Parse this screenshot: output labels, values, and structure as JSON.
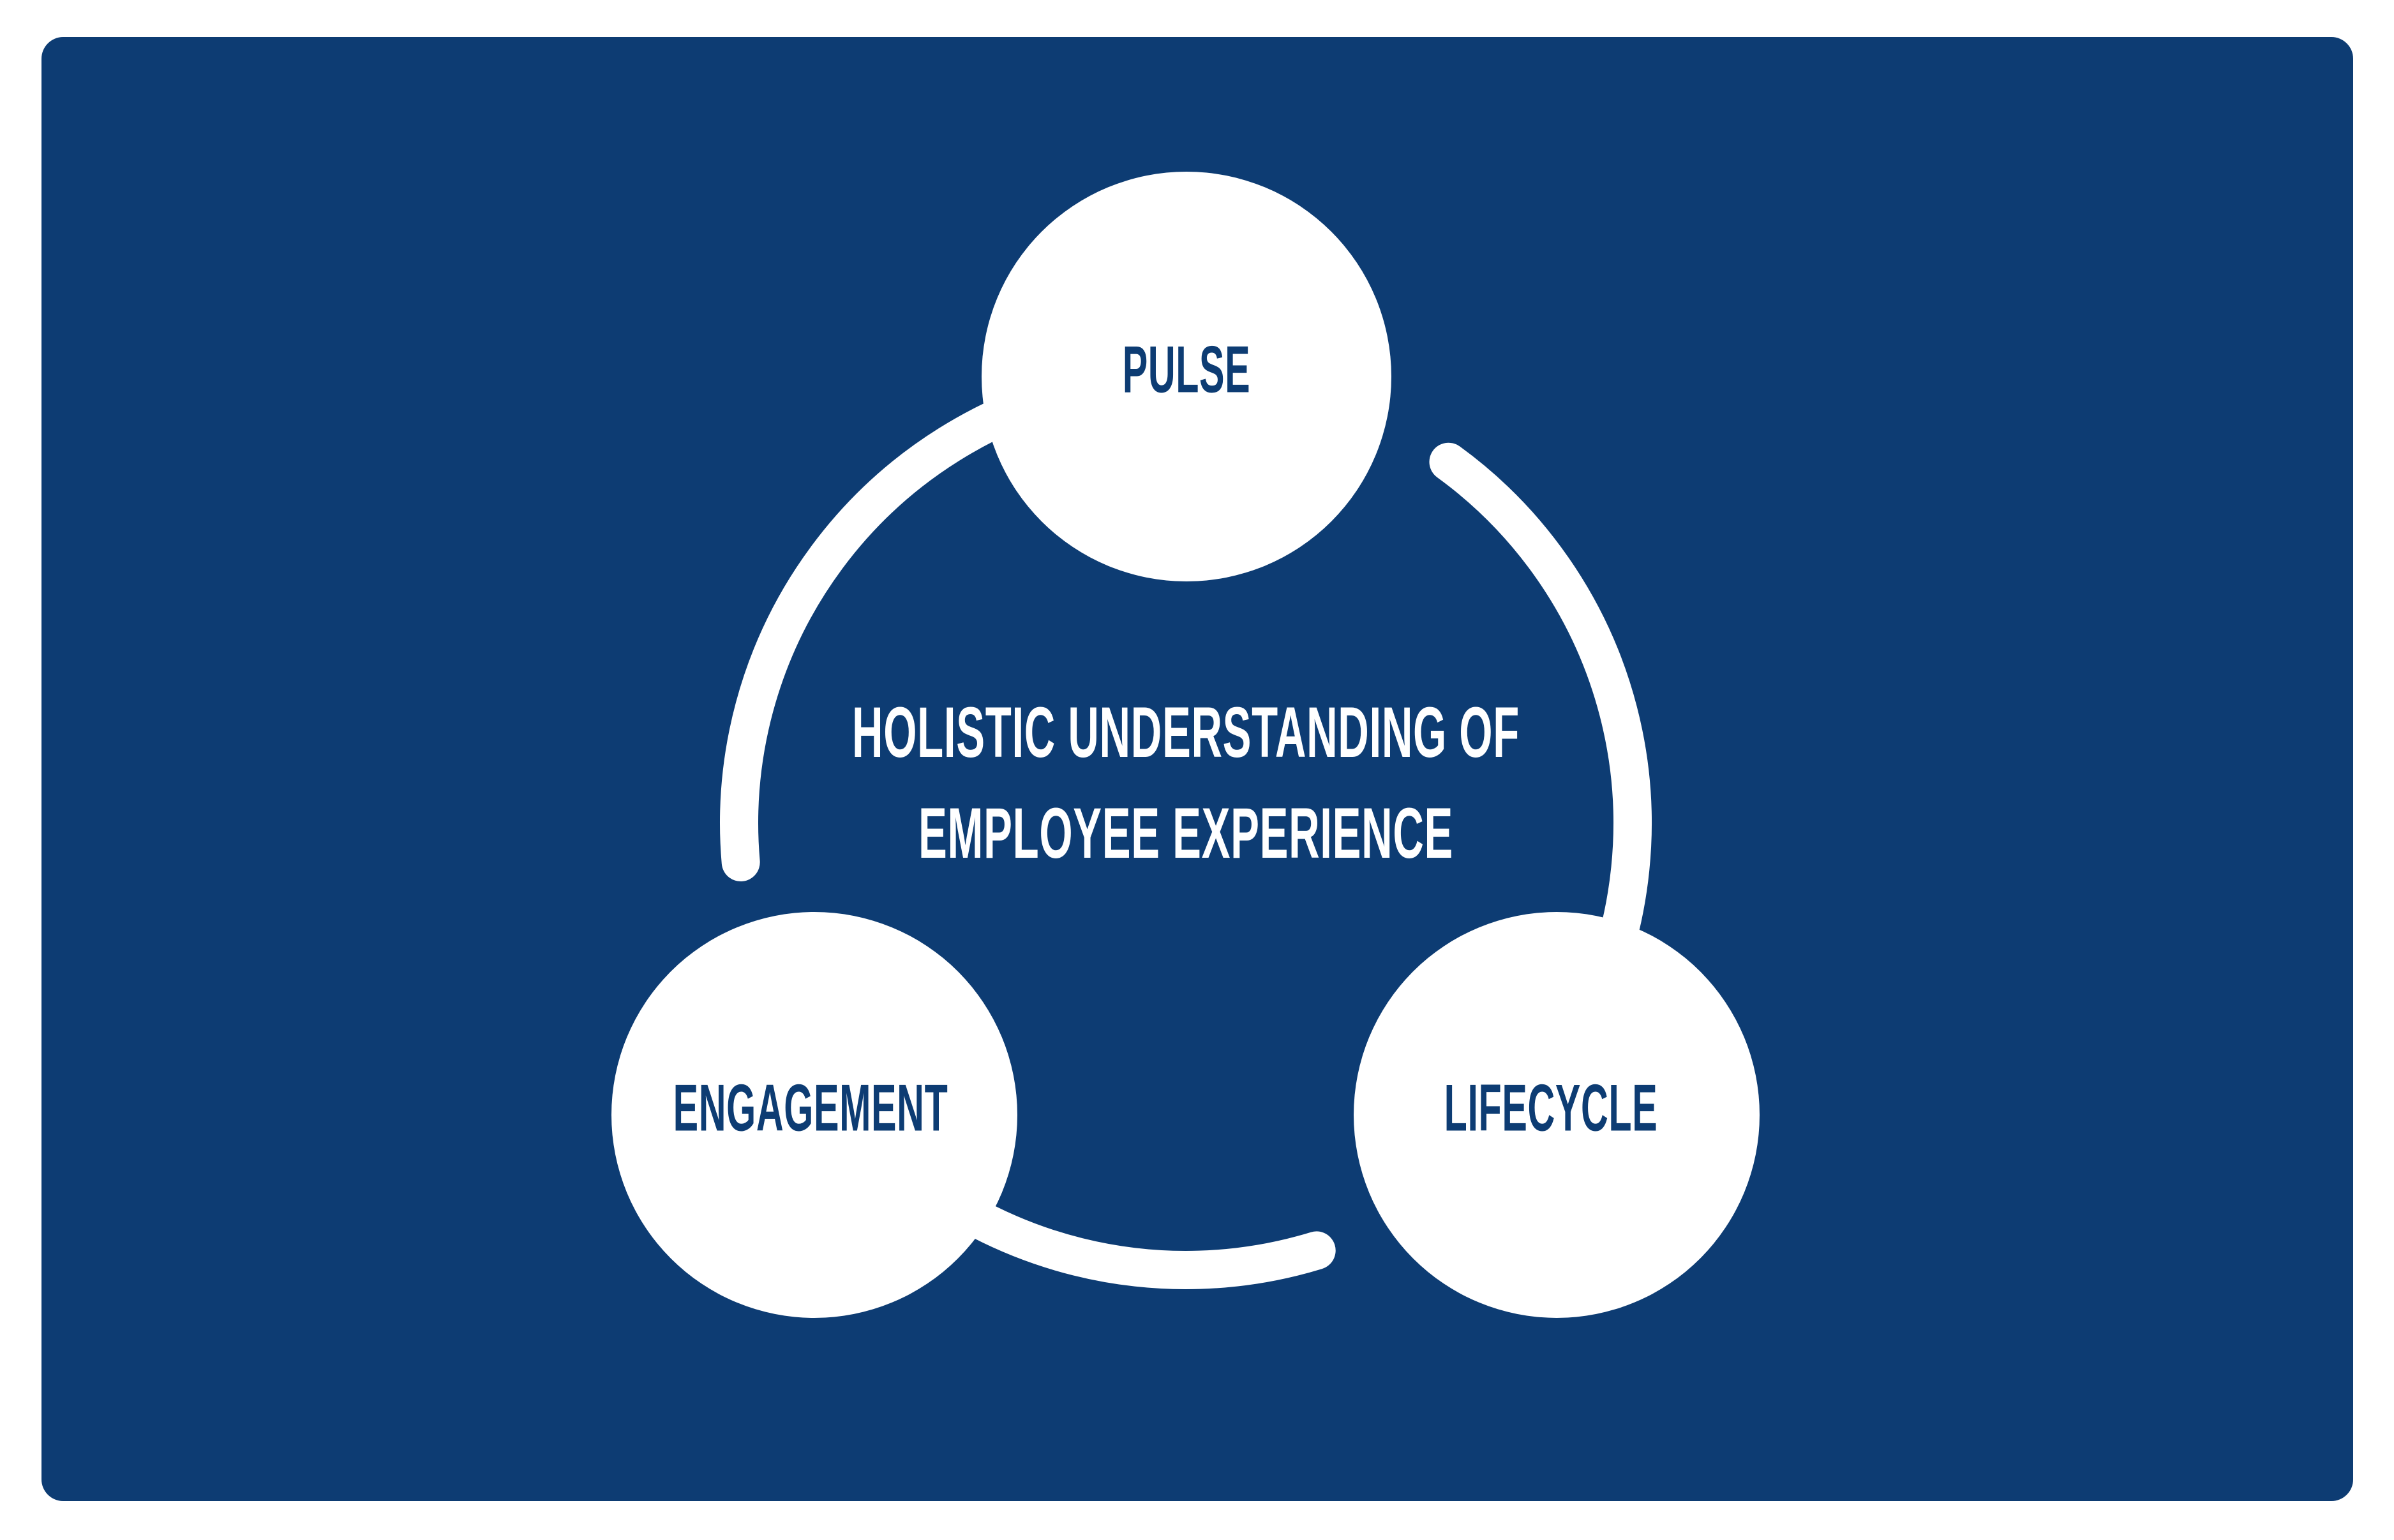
{
  "colors": {
    "page_background": "#ffffff",
    "panel_background": "#0d3c73",
    "shape_white": "#ffffff",
    "node_label_color": "#0d3c73",
    "center_text_color": "#ffffff"
  },
  "diagram": {
    "center_text": {
      "line1": "HOLISTIC UNDERSTANDING OF",
      "line2": "EMPLOYEE EXPERIENCE"
    },
    "nodes": [
      {
        "id": "pulse",
        "label": "PULSE"
      },
      {
        "id": "engagement",
        "label": "ENGAGEMENT"
      },
      {
        "id": "lifecycle",
        "label": "LIFECYCLE"
      }
    ]
  }
}
